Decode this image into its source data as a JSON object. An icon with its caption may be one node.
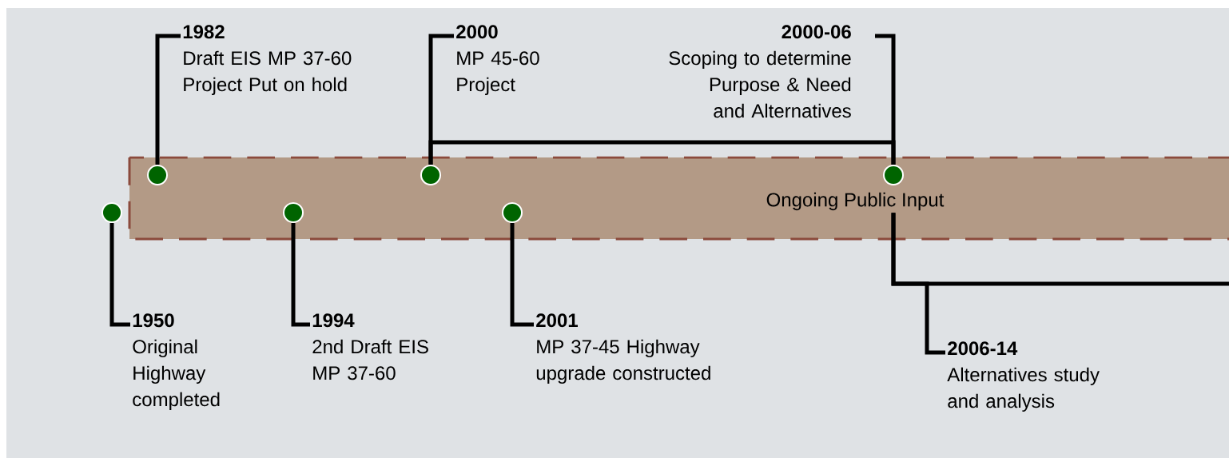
{
  "diagram": {
    "nodes": [
      {
        "text": [
          "Ongoing Public Input"
        ]
      },
      {
        "text": [
          "1950",
          "Original Highway completed"
        ]
      },
      {
        "text": [
          "1982",
          "Draft EIS MP 37-60 Project Put on hold"
        ]
      },
      {
        "text": [
          "1994",
          "2nd Draft EIS MP 37-60"
        ]
      },
      {
        "text": [
          "2000",
          "MP 45-60 Project"
        ]
      },
      {
        "text": [
          "2001",
          "MP 37-45 Highway upgrade constructed"
        ]
      },
      {
        "text": [
          "2000-06",
          "Scoping to determine Purpose & Need and Alternatives"
        ]
      },
      {
        "text": [
          "2006-14",
          "Alternatives study and analysis"
        ]
      },
      {
        "text": [],
        "shape": "circle"
      },
      {
        "text": [],
        "shape": "circle",
        "in": 0
      },
      {
        "text": [],
        "shape": "circle",
        "in": 0
      },
      {
        "text": [],
        "shape": "circle",
        "in": 0
      },
      {
        "text": [],
        "shape": "circle",
        "in": 0
      },
      {
        "text": [],
        "shape": "circle",
        "in": 0
      }
    ],
    "edges": [
      {
        "from": 1,
        "to": 8,
        "arrow": "none"
      },
      {
        "from": 2,
        "to": 9,
        "arrow": "none"
      },
      {
        "from": 3,
        "to": 10,
        "arrow": "none"
      },
      {
        "from": 4,
        "to": 11,
        "arrow": "none"
      },
      {
        "from": 5,
        "to": 12,
        "arrow": "none"
      },
      {
        "from": 6,
        "to": 13,
        "arrow": "none"
      },
      {
        "from": 11,
        "to": 13,
        "arrow": "none"
      },
      {
        "from": 0,
        "to": 7,
        "arrow": "none"
      },
      {
        "from": 0,
        "to": null,
        "arrow": "none"
      }
    ]
  }
}
